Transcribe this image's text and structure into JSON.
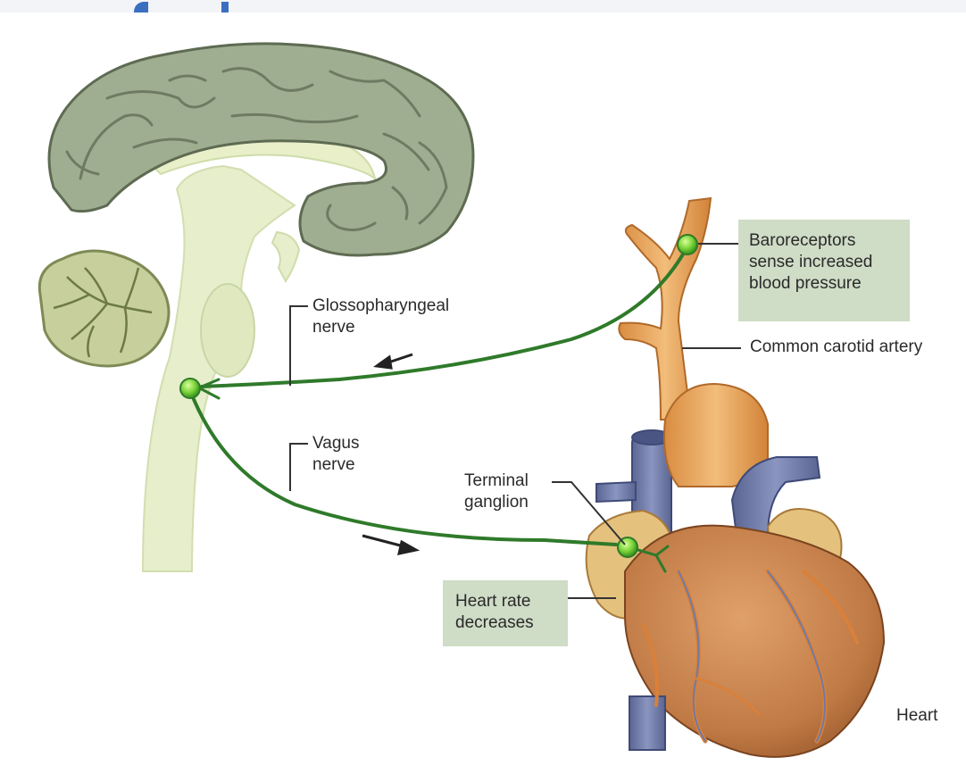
{
  "labels": {
    "glossopharyngeal": [
      "Glossopharyngeal",
      "nerve"
    ],
    "vagus": [
      "Vagus",
      "nerve"
    ],
    "terminal_ganglion": [
      "Terminal",
      "ganglion"
    ],
    "baroreceptors": [
      "Baroreceptors",
      "sense increased",
      "blood pressure"
    ],
    "common_carotid": "Common carotid artery",
    "heart_rate": [
      "Heart rate",
      "decreases"
    ],
    "heart": "Heart"
  },
  "colors": {
    "nerve": "#2f7a2a",
    "neuron_body": "#7bd33a",
    "callout_box": "#cfdcc6",
    "brain_cortex": "#9fae90",
    "brainstem": "#e9efcc",
    "artery": "#e9a85e",
    "vein": "#6e7aa6",
    "heart_muscle": "#c98650"
  }
}
